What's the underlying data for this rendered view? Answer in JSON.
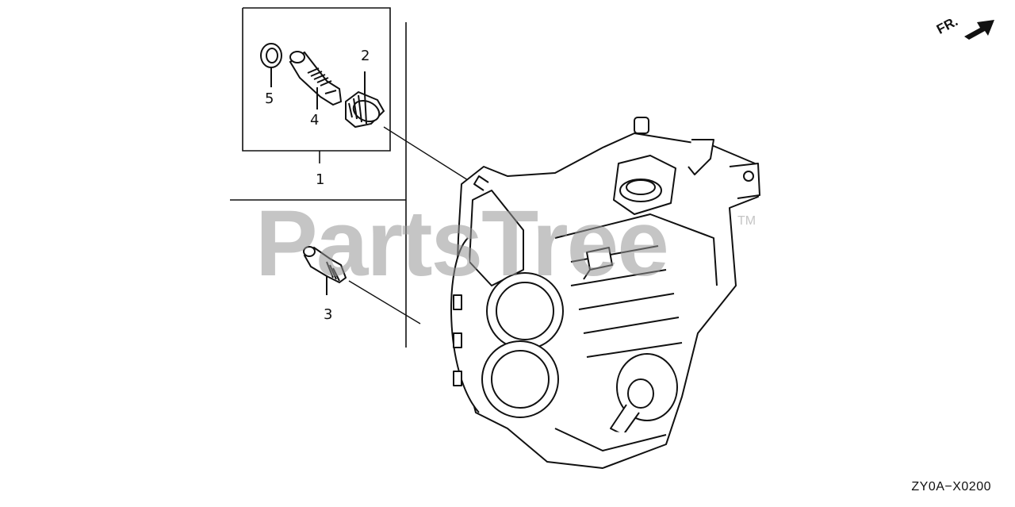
{
  "diagram": {
    "callouts": [
      "1",
      "2",
      "3",
      "4",
      "5"
    ],
    "diagram_code": "ZY0A−X0200",
    "direction_label": "FR.",
    "watermark": "PartsTree",
    "watermark_tm": "TM"
  },
  "colors": {
    "line": "#111111",
    "watermark": "#969696",
    "background": "#ffffff"
  }
}
